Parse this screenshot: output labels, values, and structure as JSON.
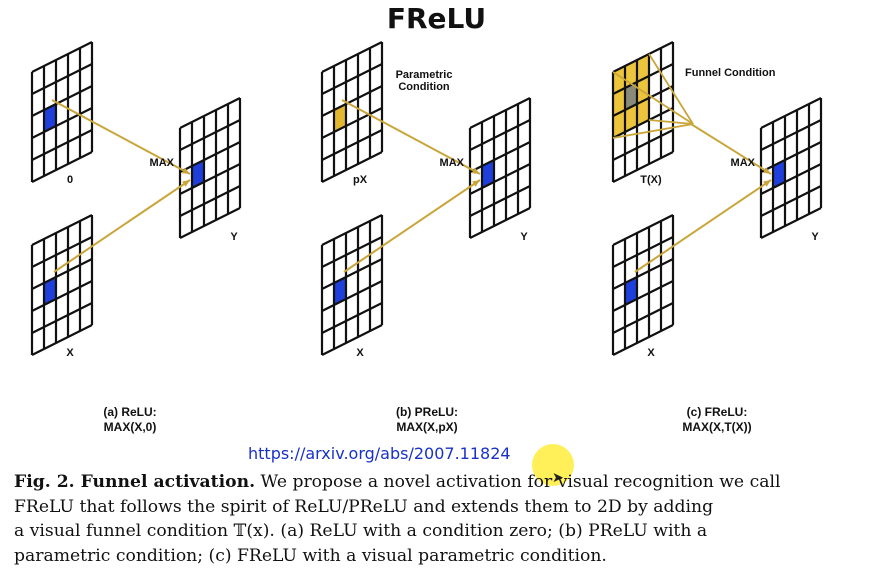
{
  "title": "FReLU",
  "panels": [
    {
      "id": "a",
      "grid_labels": [
        "0",
        "X",
        "Y"
      ],
      "max_label": "MAX",
      "caption_name": "(a) ReLU:",
      "caption_formula": "MAX(X,0)"
    },
    {
      "id": "b",
      "grid_labels": [
        "pX",
        "X",
        "Y"
      ],
      "max_label": "MAX",
      "condition_label_line1": "Parametric",
      "condition_label_line2": "Condition",
      "caption_name": "(b) PReLU:",
      "caption_formula": "MAX(X,pX)"
    },
    {
      "id": "c",
      "grid_labels": [
        "T(X)",
        "X",
        "Y"
      ],
      "max_label": "MAX",
      "condition_label": "Funnel Condition",
      "caption_name": "(c) FReLU:",
      "caption_formula": "MAX(X,T(X))"
    }
  ],
  "colors": {
    "highlight": "#1f3fdc",
    "arrow": "#c9a53a",
    "parametric": "#e3b830",
    "funnel": "#ecc53c",
    "link": "#1a31c8"
  },
  "link": "https://arxiv.org/abs/2007.11824",
  "caption": {
    "label": "Fig. 2. Funnel activation.",
    "line1": " We propose a novel activation for visual recognition we call",
    "line2": "FReLU that follows the spirit of ReLU/PReLU and extends them to 2D by adding",
    "line3": "a visual funnel condition 𝕋(x). (a) ReLU with a condition zero; (b) PReLU with a",
    "line4": "parametric condition; (c) FReLU with a visual parametric condition."
  }
}
